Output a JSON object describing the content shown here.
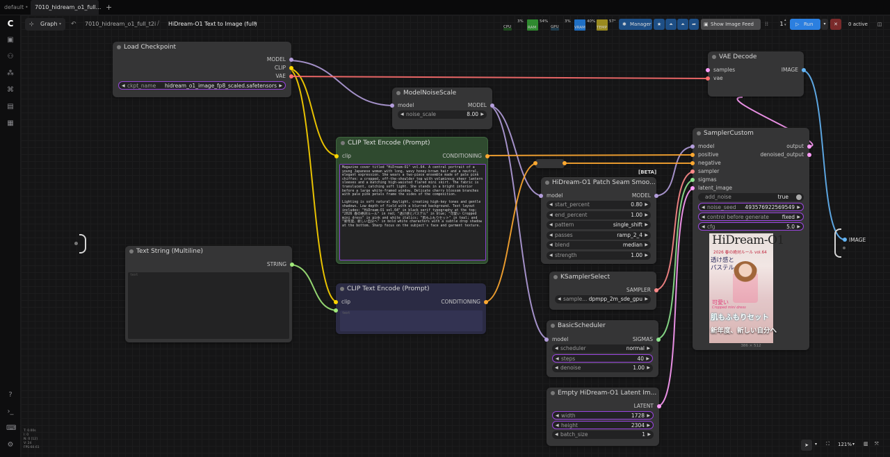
{
  "tabs": {
    "workspace": "default",
    "active": "7010_hidream_o1_full..."
  },
  "toolbar": {
    "graph": "Graph",
    "breadcrumb1": "7010_hidream_o1_full_t2i",
    "breadcrumb2": "HiDream-O1 Text to Image (full)",
    "cpu_pct": "3%",
    "cpu_label": "CPU",
    "ram_pct": "54%",
    "ram_label": "RAM",
    "gpu_pct": "3%",
    "gpu_label": "GPU",
    "vram_pct": "40%",
    "vram_label": "VRAM",
    "temp_pct": "57°",
    "temp_label": "TEMP",
    "manager": "Manager",
    "show_image_feed": "Show Image Feed",
    "queue_count": "1",
    "run": "Run",
    "active": "0 active"
  },
  "colors": {
    "model": "#b39ddb",
    "clip": "#ffd500",
    "vae": "#ff6e6e",
    "conditioning": "#ffa931",
    "image": "#64b5f6",
    "latent": "#ff9cf9",
    "sampler": "#ff8a8a",
    "sigmas": "#8ee58e",
    "string": "#a1e97a"
  },
  "nodes": {
    "load_checkpoint": {
      "title": "Load Checkpoint",
      "out_model": "MODEL",
      "out_clip": "CLIP",
      "out_vae": "VAE",
      "ckpt_label": "ckpt_name",
      "ckpt_value": "hidream_o1_image_fp8_scaled.safetensors"
    },
    "model_noise": {
      "title": "ModelNoiseScale",
      "in_model": "model",
      "out_model": "MODEL",
      "noise_label": "noise_scale",
      "noise_value": "8.00"
    },
    "clip1": {
      "title": "CLIP Text Encode (Prompt)",
      "in_clip": "clip",
      "out_cond": "CONDITIONING",
      "text": "Magazine cover titled \"HiDream-O1\" vol.64. A central portrait of a young Japanese woman with long, wavy honey-brown hair and a neutral, elegant expression. She wears a two-piece ensemble made of pale pink chiffon: a cropped, off-the-shoulder top with voluminous sheer lantern sleeves and a matching high-waisted flared mini skirt. The fabric is translucent, catching soft light. She stands in a bright interior before a large white-framed window. Delicate cherry blossom branches with pale pink petals frame the sides of the composition.\n\nLighting is soft natural daylight, creating high-key tones and gentle shadows. Low depth of field with a blurred background. Text layout includes: \"HiDream-O1 vol.64\" in black serif typography at the top; \"2026 春の絶対ルール\" in red; \"透け感とパステル\" in blue; \"可愛い Cropped mini dress\" in pink and white italics; \"肌もふもりセット\" in teal; and \"新年度、新しい自分へ\" in bold white characters with a subtle drop shadow at the bottom. Sharp focus on the subject's face and garment texture."
    },
    "text_string": {
      "title": "Text String (Multiline)",
      "out_string": "STRING",
      "placeholder": "text"
    },
    "clip2": {
      "title": "CLIP Text Encode (Prompt)",
      "in_clip": "clip",
      "out_cond": "CONDITIONING",
      "placeholder": "text"
    },
    "seam": {
      "beta": "[BETA]",
      "title": "HiDream-O1 Patch Seam Smoo...",
      "in_model": "model",
      "out_model": "MODEL",
      "w": [
        {
          "l": "start_percent",
          "v": "0.80"
        },
        {
          "l": "end_percent",
          "v": "1.00"
        },
        {
          "l": "pattern",
          "v": "single_shift"
        },
        {
          "l": "passes",
          "v": "ramp_2_4"
        },
        {
          "l": "blend",
          "v": "median"
        },
        {
          "l": "strength",
          "v": "1.00"
        }
      ]
    },
    "ksampler_select": {
      "title": "KSamplerSelect",
      "out_sampler": "SAMPLER",
      "label": "sample...",
      "value": "dpmpp_2m_sde_gpu"
    },
    "basic_scheduler": {
      "title": "BasicScheduler",
      "in_model": "model",
      "out_sigmas": "SIGMAS",
      "w": [
        {
          "l": "scheduler",
          "v": "normal"
        },
        {
          "l": "steps",
          "v": "40"
        },
        {
          "l": "denoise",
          "v": "1.00"
        }
      ]
    },
    "empty_latent": {
      "title": "Empty HiDream-O1 Latent Im...",
      "out_latent": "LATENT",
      "w": [
        {
          "l": "width",
          "v": "1728"
        },
        {
          "l": "height",
          "v": "2304"
        },
        {
          "l": "batch_size",
          "v": "1"
        }
      ]
    },
    "vae_decode": {
      "title": "VAE Decode",
      "in_samples": "samples",
      "in_vae": "vae",
      "out_image": "IMAGE"
    },
    "sampler_custom": {
      "title": "SamplerCustom",
      "in_model": "model",
      "in_positive": "positive",
      "in_negative": "negative",
      "in_sampler": "sampler",
      "in_sigmas": "sigmas",
      "in_latent": "latent_image",
      "out_output": "output",
      "out_denoised": "denoised_output",
      "add_noise_label": "add_noise",
      "add_noise_value": "true",
      "w": [
        {
          "l": "noise_seed",
          "v": "493576922569549"
        },
        {
          "l": "control before generate",
          "v": "fixed"
        },
        {
          "l": "cfg",
          "v": "5.0"
        }
      ],
      "preview_size": "386 × 512",
      "cover": {
        "title": "HiDream-O1",
        "sub": "2026 春の絶対ルール vol.64",
        "blue": "透け感と",
        "blue2": "パステル",
        "pink": "可愛い",
        "pink2": "Cropped mini dress",
        "teal": "肌もふもりセット",
        "bottom": "新年度、新しい自分へ"
      }
    },
    "reroute_output": {
      "label": "IMAGE"
    }
  },
  "stats": {
    "l1": "T: 0.00s",
    "l2": "I: 0",
    "l3": "N: 0 [12]",
    "l4": "V: 24",
    "l5": "FPS:60.61"
  },
  "bottom": {
    "zoom": "121%"
  }
}
